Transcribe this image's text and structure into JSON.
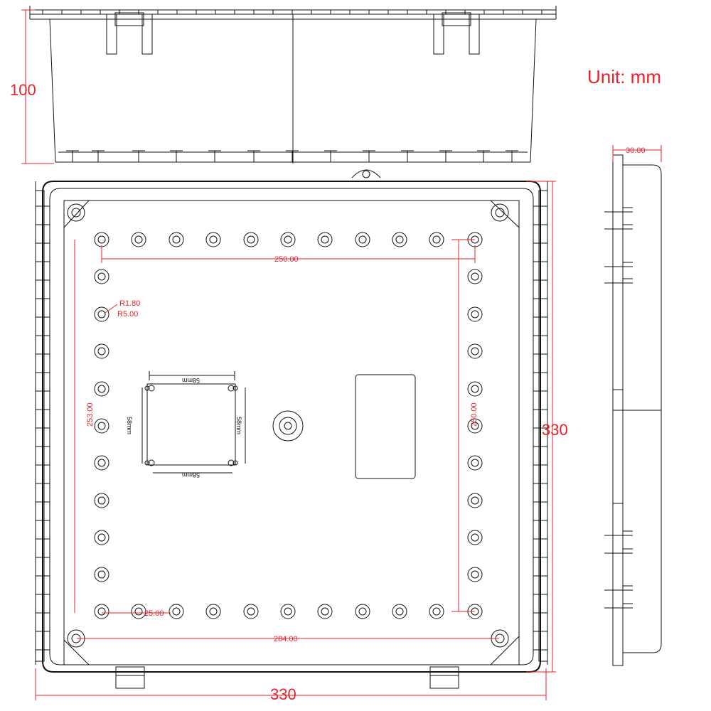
{
  "unit_label": "Unit: mm",
  "dims": {
    "top_height": "100",
    "width_bottom": "330",
    "height_right": "330",
    "side_depth": "30.00",
    "pitch_top": "250.00",
    "pitch_right": "250.00",
    "pitch_left": "253.00",
    "corner_span": "284.00",
    "edge_offset": "25.00",
    "radius_small": "R1.80",
    "radius_large": "R5.00"
  },
  "plate_dims": {
    "top": "58mm",
    "bottom": "58mm",
    "left": "58mm",
    "right": "58mm"
  },
  "colors": {
    "line": "#111111",
    "dimension": "#e8222a",
    "background": "#ffffff"
  }
}
